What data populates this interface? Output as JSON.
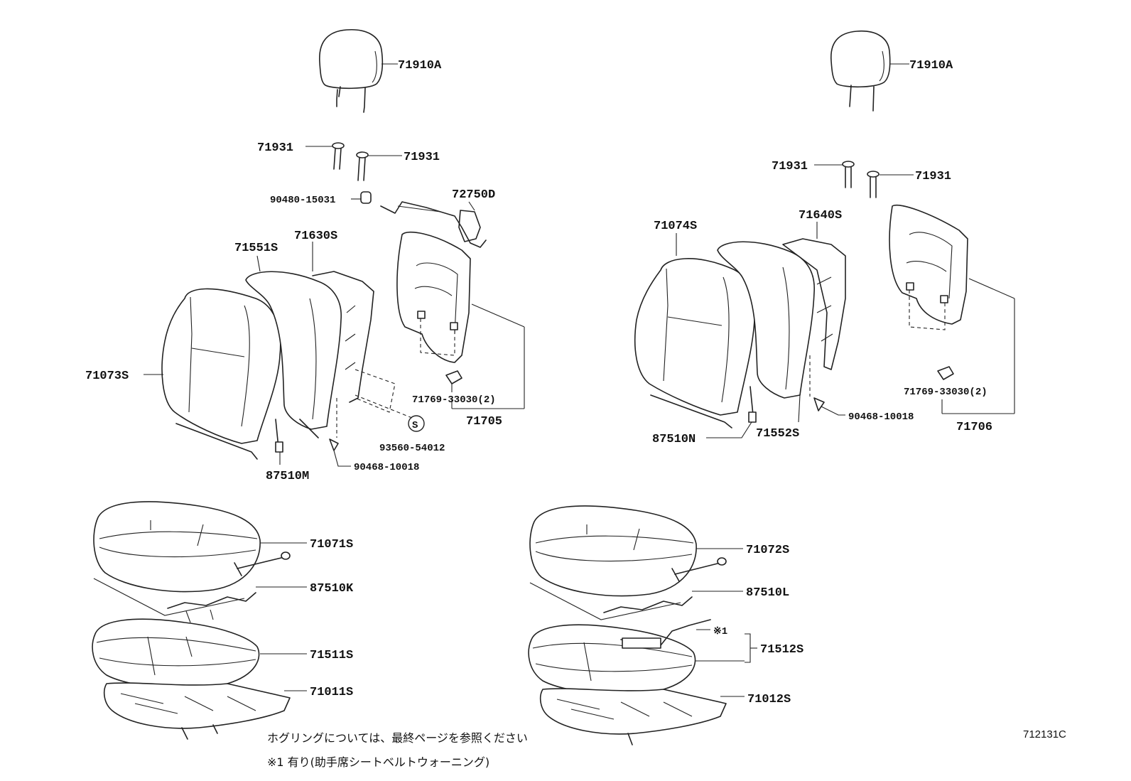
{
  "illustration_id": "712131C",
  "notes": {
    "line1": "ホグリングについては、最終ページを参照ください",
    "line2": "※1  有り(助手席シートベルトウォーニング)"
  },
  "labels": {
    "l_71910A": "71910A",
    "l_71931_a": "71931",
    "l_71931_b": "71931",
    "l_90480": "90480-15031",
    "l_72750D": "72750D",
    "l_71630S": "71630S",
    "l_71551S": "71551S",
    "l_71073S": "71073S",
    "l_71769_l": "71769-33030(2)",
    "l_71705": "71705",
    "l_93560": "93560-54012",
    "l_90468_l": "90468-10018",
    "l_87510M": "87510M",
    "r_71910A": "71910A",
    "r_71931_a": "71931",
    "r_71931_b": "71931",
    "r_71640S": "71640S",
    "r_71074S": "71074S",
    "r_71769": "71769-33030(2)",
    "r_90468": "90468-10018",
    "r_71706": "71706",
    "r_71552S": "71552S",
    "r_87510N": "87510N",
    "c_71071S": "71071S",
    "c_87510K": "87510K",
    "c_71511S": "71511S",
    "c_71011S": "71011S",
    "c_71072S": "71072S",
    "c_87510L": "87510L",
    "c_note1": "※1",
    "c_71512S": "71512S",
    "c_71012S": "71012S",
    "s_symbol": "S"
  },
  "icons": {
    "headrest": "headrest-icon",
    "seatback-cover": "seatback-cover-icon",
    "seat-cushion": "seat-cushion-icon",
    "seat-frame": "seat-frame-icon",
    "bolt": "bolt-icon",
    "clip": "clip-icon",
    "sensor": "sensor-icon"
  }
}
